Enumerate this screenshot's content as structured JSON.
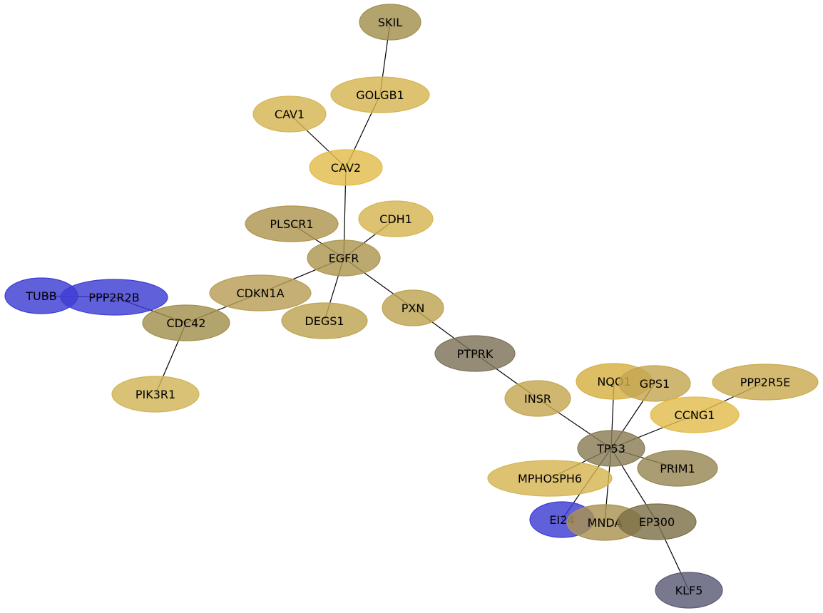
{
  "nodes": [
    {
      "id": "SKIL",
      "label": "SKIL",
      "color": "#a2904e"
    },
    {
      "id": "GOLGB1",
      "label": "GOLGB1",
      "color": "#d5b552"
    },
    {
      "id": "CAV1",
      "label": "CAV1",
      "color": "#d5b552"
    },
    {
      "id": "CAV2",
      "label": "CAV2",
      "color": "#e2bc4c"
    },
    {
      "id": "CDH1",
      "label": "CDH1",
      "color": "#d5b552"
    },
    {
      "id": "PLSCR1",
      "label": "PLSCR1",
      "color": "#ae9650"
    },
    {
      "id": "EGFR",
      "label": "EGFR",
      "color": "#ad9650"
    },
    {
      "id": "CDKN1A",
      "label": "CDKN1A",
      "color": "#b89e56"
    },
    {
      "id": "DEGS1",
      "label": "DEGS1",
      "color": "#bea452"
    },
    {
      "id": "PXN",
      "label": "PXN",
      "color": "#bea452"
    },
    {
      "id": "TUBB",
      "label": "TUBB",
      "color": "#3e3dd3"
    },
    {
      "id": "PPP2R2B",
      "label": "PPP2R2B",
      "color": "#3e3dd3"
    },
    {
      "id": "CDC42",
      "label": "CDC42",
      "color": "#a2904e"
    },
    {
      "id": "PIK3R1",
      "label": "PIK3R1",
      "color": "#d1b458"
    },
    {
      "id": "PTPRK",
      "label": "PTPRK",
      "color": "#7e735a"
    },
    {
      "id": "INSR",
      "label": "INSR",
      "color": "#c4a652"
    },
    {
      "id": "NQO1",
      "label": "NQO1",
      "color": "#d5b043"
    },
    {
      "id": "GPS1",
      "label": "GPS1",
      "color": "#c4a652"
    },
    {
      "id": "PPP2R5E",
      "label": "PPP2R5E",
      "color": "#c9ab50"
    },
    {
      "id": "CCNG1",
      "label": "CCNG1",
      "color": "#e2bc4c"
    },
    {
      "id": "TP53",
      "label": "TP53",
      "color": "#8a7d56"
    },
    {
      "id": "PRIM1",
      "label": "PRIM1",
      "color": "#978755"
    },
    {
      "id": "MPHOSPH6",
      "label": "MPHOSPH6",
      "color": "#d5b552"
    },
    {
      "id": "EI24",
      "label": "EI24",
      "color": "#3e3dd3"
    },
    {
      "id": "MNDA",
      "label": "MNDA",
      "color": "#aa9352"
    },
    {
      "id": "EP300",
      "label": "EP300",
      "color": "#7e7048"
    },
    {
      "id": "KLF5",
      "label": "KLF5",
      "color": "#5a5a76"
    }
  ],
  "edges": [
    [
      "SKIL",
      "GOLGB1"
    ],
    [
      "GOLGB1",
      "CAV2"
    ],
    [
      "CAV1",
      "CAV2"
    ],
    [
      "CAV2",
      "EGFR"
    ],
    [
      "CDH1",
      "EGFR"
    ],
    [
      "PLSCR1",
      "EGFR"
    ],
    [
      "EGFR",
      "CDKN1A"
    ],
    [
      "EGFR",
      "DEGS1"
    ],
    [
      "EGFR",
      "PXN"
    ],
    [
      "CDKN1A",
      "CDC42"
    ],
    [
      "PPP2R2B",
      "CDC42"
    ],
    [
      "TUBB",
      "PPP2R2B"
    ],
    [
      "CDC42",
      "PIK3R1"
    ],
    [
      "PXN",
      "PTPRK"
    ],
    [
      "PTPRK",
      "INSR"
    ],
    [
      "INSR",
      "TP53"
    ],
    [
      "NQO1",
      "TP53"
    ],
    [
      "GPS1",
      "TP53"
    ],
    [
      "PPP2R5E",
      "CCNG1"
    ],
    [
      "CCNG1",
      "TP53"
    ],
    [
      "TP53",
      "PRIM1"
    ],
    [
      "TP53",
      "MPHOSPH6"
    ],
    [
      "TP53",
      "EI24"
    ],
    [
      "TP53",
      "MNDA"
    ],
    [
      "TP53",
      "EP300"
    ],
    [
      "EP300",
      "KLF5"
    ]
  ]
}
